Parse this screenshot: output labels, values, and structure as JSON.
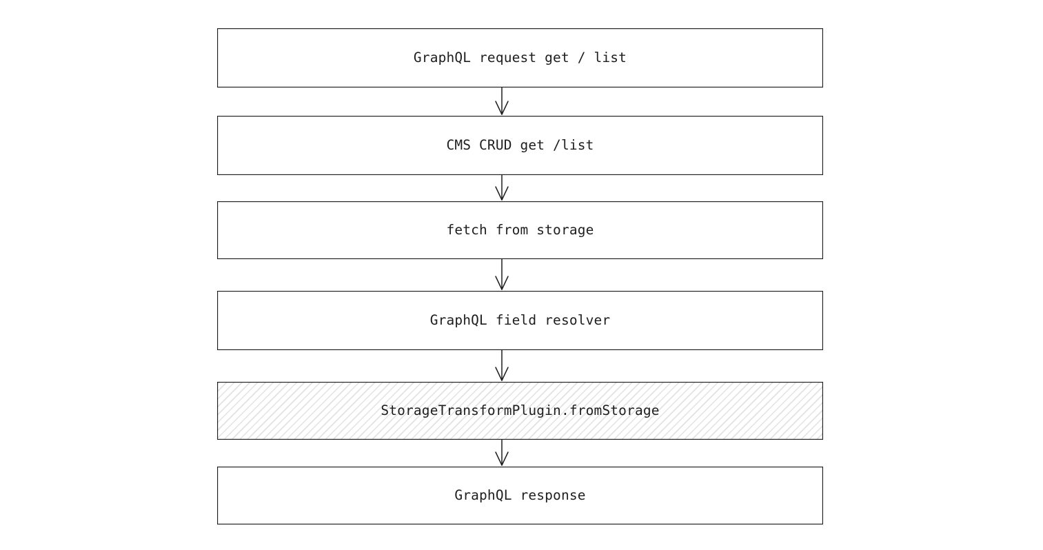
{
  "diagram": {
    "type": "flowchart",
    "direction": "top-to-bottom",
    "background_color": "#ffffff",
    "stroke_color": "#1e1e1e",
    "text_color": "#1e1e1e",
    "hatch_fill_color": "#e0e0e0",
    "nodes": [
      {
        "label": "GraphQL request get / list",
        "fill": "white"
      },
      {
        "label": "CMS CRUD get /list",
        "fill": "white"
      },
      {
        "label": "fetch from storage",
        "fill": "white"
      },
      {
        "label": "GraphQL field resolver",
        "fill": "white"
      },
      {
        "label": "StorageTransformPlugin.fromStorage",
        "fill": "hatched"
      },
      {
        "label": "GraphQL response",
        "fill": "white"
      }
    ],
    "connections": [
      {
        "from": "GraphQL request get / list",
        "to": "CMS CRUD get /list",
        "arrow": "down"
      },
      {
        "from": "CMS CRUD get /list",
        "to": "fetch from storage",
        "arrow": "down"
      },
      {
        "from": "fetch from storage",
        "to": "GraphQL field resolver",
        "arrow": "down"
      },
      {
        "from": "GraphQL field resolver",
        "to": "StorageTransformPlugin.fromStorage",
        "arrow": "down"
      },
      {
        "from": "StorageTransformPlugin.fromStorage",
        "to": "GraphQL response",
        "arrow": "down"
      }
    ]
  }
}
